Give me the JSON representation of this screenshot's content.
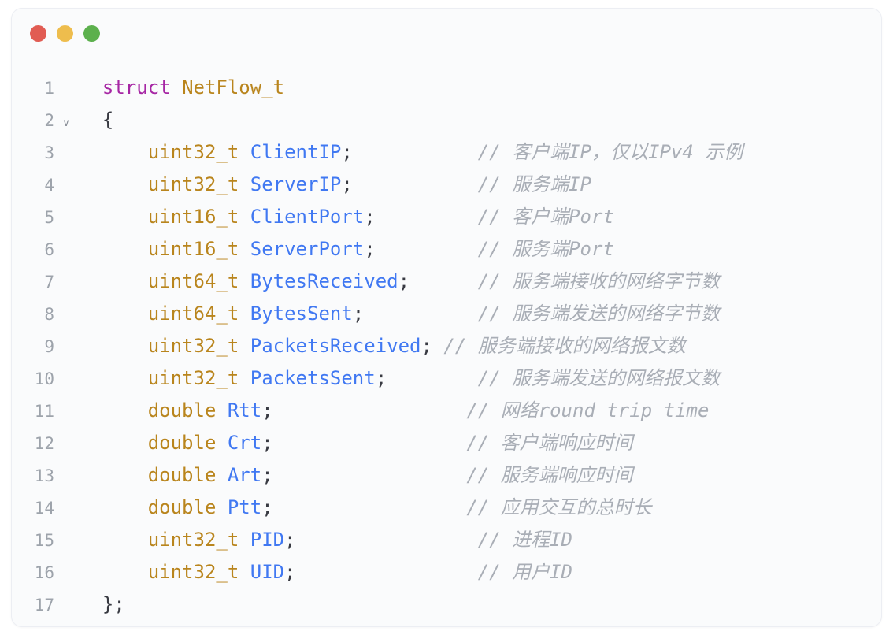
{
  "window": {
    "controls": [
      {
        "name": "close",
        "color": "#e15c53"
      },
      {
        "name": "minimize",
        "color": "#eebd4d"
      },
      {
        "name": "maximize",
        "color": "#5cb04d"
      }
    ]
  },
  "editor": {
    "language": "c",
    "theme": "one-light",
    "colors": {
      "background": "#fafbfc",
      "border": "#eceef3",
      "line_number": "#9da3ab",
      "keyword": "#a626a4",
      "type": "#b9851d",
      "identifier": "#4078f2",
      "punctuation": "#383a42",
      "comment": "#a9aeb6"
    },
    "lines": [
      {
        "number": "1",
        "fold": "",
        "tokens": [
          {
            "t": "plain",
            "v": "  "
          },
          {
            "t": "keyword",
            "v": "struct"
          },
          {
            "t": "plain",
            "v": " "
          },
          {
            "t": "type",
            "v": "NetFlow_t"
          }
        ]
      },
      {
        "number": "2",
        "fold": "∨",
        "tokens": [
          {
            "t": "plain",
            "v": "  "
          },
          {
            "t": "punct",
            "v": "{"
          }
        ]
      },
      {
        "number": "3",
        "fold": "",
        "tokens": [
          {
            "t": "plain",
            "v": "      "
          },
          {
            "t": "type",
            "v": "uint32_t"
          },
          {
            "t": "plain",
            "v": " "
          },
          {
            "t": "ident",
            "v": "ClientIP"
          },
          {
            "t": "punct",
            "v": ";"
          },
          {
            "t": "plain",
            "v": "           "
          },
          {
            "t": "comment",
            "v": "// 客户端IP，仅以IPv4 示例"
          }
        ]
      },
      {
        "number": "4",
        "fold": "",
        "tokens": [
          {
            "t": "plain",
            "v": "      "
          },
          {
            "t": "type",
            "v": "uint32_t"
          },
          {
            "t": "plain",
            "v": " "
          },
          {
            "t": "ident",
            "v": "ServerIP"
          },
          {
            "t": "punct",
            "v": ";"
          },
          {
            "t": "plain",
            "v": "           "
          },
          {
            "t": "comment",
            "v": "// 服务端IP"
          }
        ]
      },
      {
        "number": "5",
        "fold": "",
        "tokens": [
          {
            "t": "plain",
            "v": "      "
          },
          {
            "t": "type",
            "v": "uint16_t"
          },
          {
            "t": "plain",
            "v": " "
          },
          {
            "t": "ident",
            "v": "ClientPort"
          },
          {
            "t": "punct",
            "v": ";"
          },
          {
            "t": "plain",
            "v": "         "
          },
          {
            "t": "comment",
            "v": "// 客户端Port"
          }
        ]
      },
      {
        "number": "6",
        "fold": "",
        "tokens": [
          {
            "t": "plain",
            "v": "      "
          },
          {
            "t": "type",
            "v": "uint16_t"
          },
          {
            "t": "plain",
            "v": " "
          },
          {
            "t": "ident",
            "v": "ServerPort"
          },
          {
            "t": "punct",
            "v": ";"
          },
          {
            "t": "plain",
            "v": "         "
          },
          {
            "t": "comment",
            "v": "// 服务端Port"
          }
        ]
      },
      {
        "number": "7",
        "fold": "",
        "tokens": [
          {
            "t": "plain",
            "v": "      "
          },
          {
            "t": "type",
            "v": "uint64_t"
          },
          {
            "t": "plain",
            "v": " "
          },
          {
            "t": "ident",
            "v": "BytesReceived"
          },
          {
            "t": "punct",
            "v": ";"
          },
          {
            "t": "plain",
            "v": "      "
          },
          {
            "t": "comment",
            "v": "// 服务端接收的网络字节数"
          }
        ]
      },
      {
        "number": "8",
        "fold": "",
        "tokens": [
          {
            "t": "plain",
            "v": "      "
          },
          {
            "t": "type",
            "v": "uint64_t"
          },
          {
            "t": "plain",
            "v": " "
          },
          {
            "t": "ident",
            "v": "BytesSent"
          },
          {
            "t": "punct",
            "v": ";"
          },
          {
            "t": "plain",
            "v": "          "
          },
          {
            "t": "comment",
            "v": "// 服务端发送的网络字节数"
          }
        ]
      },
      {
        "number": "9",
        "fold": "",
        "tokens": [
          {
            "t": "plain",
            "v": "      "
          },
          {
            "t": "type",
            "v": "uint32_t"
          },
          {
            "t": "plain",
            "v": " "
          },
          {
            "t": "ident",
            "v": "PacketsReceived"
          },
          {
            "t": "punct",
            "v": ";"
          },
          {
            "t": "plain",
            "v": " "
          },
          {
            "t": "comment",
            "v": "// 服务端接收的网络报文数"
          }
        ]
      },
      {
        "number": "10",
        "fold": "",
        "tokens": [
          {
            "t": "plain",
            "v": "      "
          },
          {
            "t": "type",
            "v": "uint32_t"
          },
          {
            "t": "plain",
            "v": " "
          },
          {
            "t": "ident",
            "v": "PacketsSent"
          },
          {
            "t": "punct",
            "v": ";"
          },
          {
            "t": "plain",
            "v": "        "
          },
          {
            "t": "comment",
            "v": "// 服务端发送的网络报文数"
          }
        ]
      },
      {
        "number": "11",
        "fold": "",
        "tokens": [
          {
            "t": "plain",
            "v": "      "
          },
          {
            "t": "type",
            "v": "double"
          },
          {
            "t": "plain",
            "v": " "
          },
          {
            "t": "ident",
            "v": "Rtt"
          },
          {
            "t": "punct",
            "v": ";"
          },
          {
            "t": "plain",
            "v": "                 "
          },
          {
            "t": "comment",
            "v": "// 网络round trip time"
          }
        ]
      },
      {
        "number": "12",
        "fold": "",
        "tokens": [
          {
            "t": "plain",
            "v": "      "
          },
          {
            "t": "type",
            "v": "double"
          },
          {
            "t": "plain",
            "v": " "
          },
          {
            "t": "ident",
            "v": "Crt"
          },
          {
            "t": "punct",
            "v": ";"
          },
          {
            "t": "plain",
            "v": "                 "
          },
          {
            "t": "comment",
            "v": "// 客户端响应时间"
          }
        ]
      },
      {
        "number": "13",
        "fold": "",
        "tokens": [
          {
            "t": "plain",
            "v": "      "
          },
          {
            "t": "type",
            "v": "double"
          },
          {
            "t": "plain",
            "v": " "
          },
          {
            "t": "ident",
            "v": "Art"
          },
          {
            "t": "punct",
            "v": ";"
          },
          {
            "t": "plain",
            "v": "                 "
          },
          {
            "t": "comment",
            "v": "// 服务端响应时间"
          }
        ]
      },
      {
        "number": "14",
        "fold": "",
        "tokens": [
          {
            "t": "plain",
            "v": "      "
          },
          {
            "t": "type",
            "v": "double"
          },
          {
            "t": "plain",
            "v": " "
          },
          {
            "t": "ident",
            "v": "Ptt"
          },
          {
            "t": "punct",
            "v": ";"
          },
          {
            "t": "plain",
            "v": "                 "
          },
          {
            "t": "comment",
            "v": "// 应用交互的总时长"
          }
        ]
      },
      {
        "number": "15",
        "fold": "",
        "tokens": [
          {
            "t": "plain",
            "v": "      "
          },
          {
            "t": "type",
            "v": "uint32_t"
          },
          {
            "t": "plain",
            "v": " "
          },
          {
            "t": "ident",
            "v": "PID"
          },
          {
            "t": "punct",
            "v": ";"
          },
          {
            "t": "plain",
            "v": "                "
          },
          {
            "t": "comment",
            "v": "// 进程ID"
          }
        ]
      },
      {
        "number": "16",
        "fold": "",
        "tokens": [
          {
            "t": "plain",
            "v": "      "
          },
          {
            "t": "type",
            "v": "uint32_t"
          },
          {
            "t": "plain",
            "v": " "
          },
          {
            "t": "ident",
            "v": "UID"
          },
          {
            "t": "punct",
            "v": ";"
          },
          {
            "t": "plain",
            "v": "                "
          },
          {
            "t": "comment",
            "v": "// 用户ID"
          }
        ]
      },
      {
        "number": "17",
        "fold": "",
        "tokens": [
          {
            "t": "plain",
            "v": "  "
          },
          {
            "t": "punct",
            "v": "};"
          }
        ]
      }
    ]
  }
}
